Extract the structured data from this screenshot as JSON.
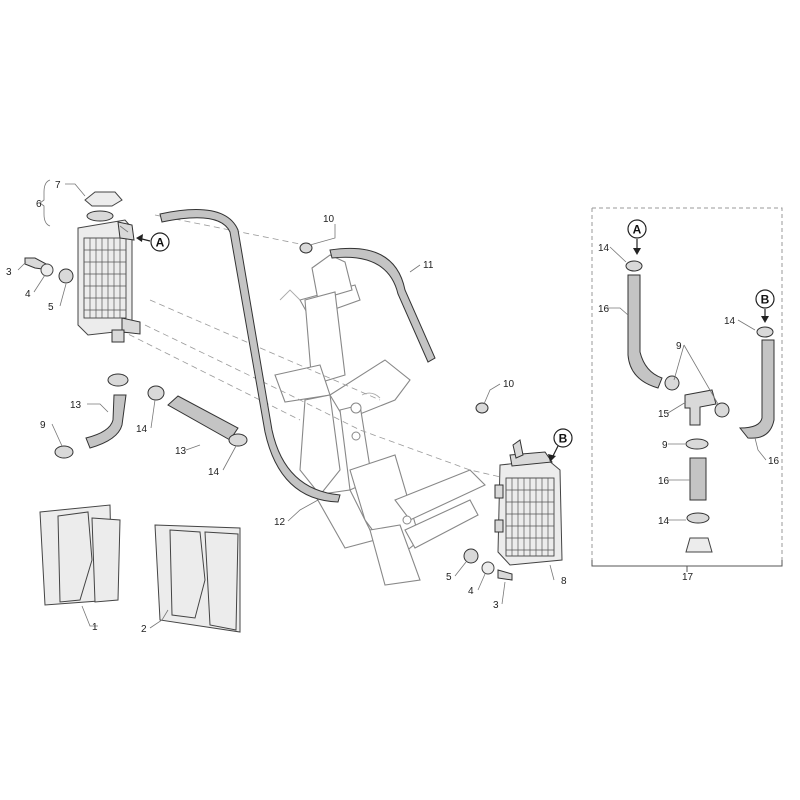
{
  "callouts": {
    "n1": "1",
    "n2": "2",
    "n3_left": "3",
    "n3_right": "3",
    "n4_left": "4",
    "n4_right": "4",
    "n5_left": "5",
    "n5_right": "5",
    "n6": "6",
    "n7": "7",
    "n8": "8",
    "n9_left": "9",
    "n9_detail_a": "9",
    "n9_detail_b": "9",
    "n10_top": "10",
    "n10_mid": "10",
    "n11": "11",
    "n12": "12",
    "n13_a": "13",
    "n13_b": "13",
    "n14_a": "14",
    "n14_b": "14",
    "n14_detail_a": "14",
    "n14_detail_b": "14",
    "n14_detail_c": "14",
    "n15": "15",
    "n16_a": "16",
    "n16_b": "16",
    "n16_c": "16",
    "n17": "17"
  },
  "connection_markers": {
    "a_main": "A",
    "b_main": "B",
    "a_detail": "A",
    "b_detail": "B"
  }
}
